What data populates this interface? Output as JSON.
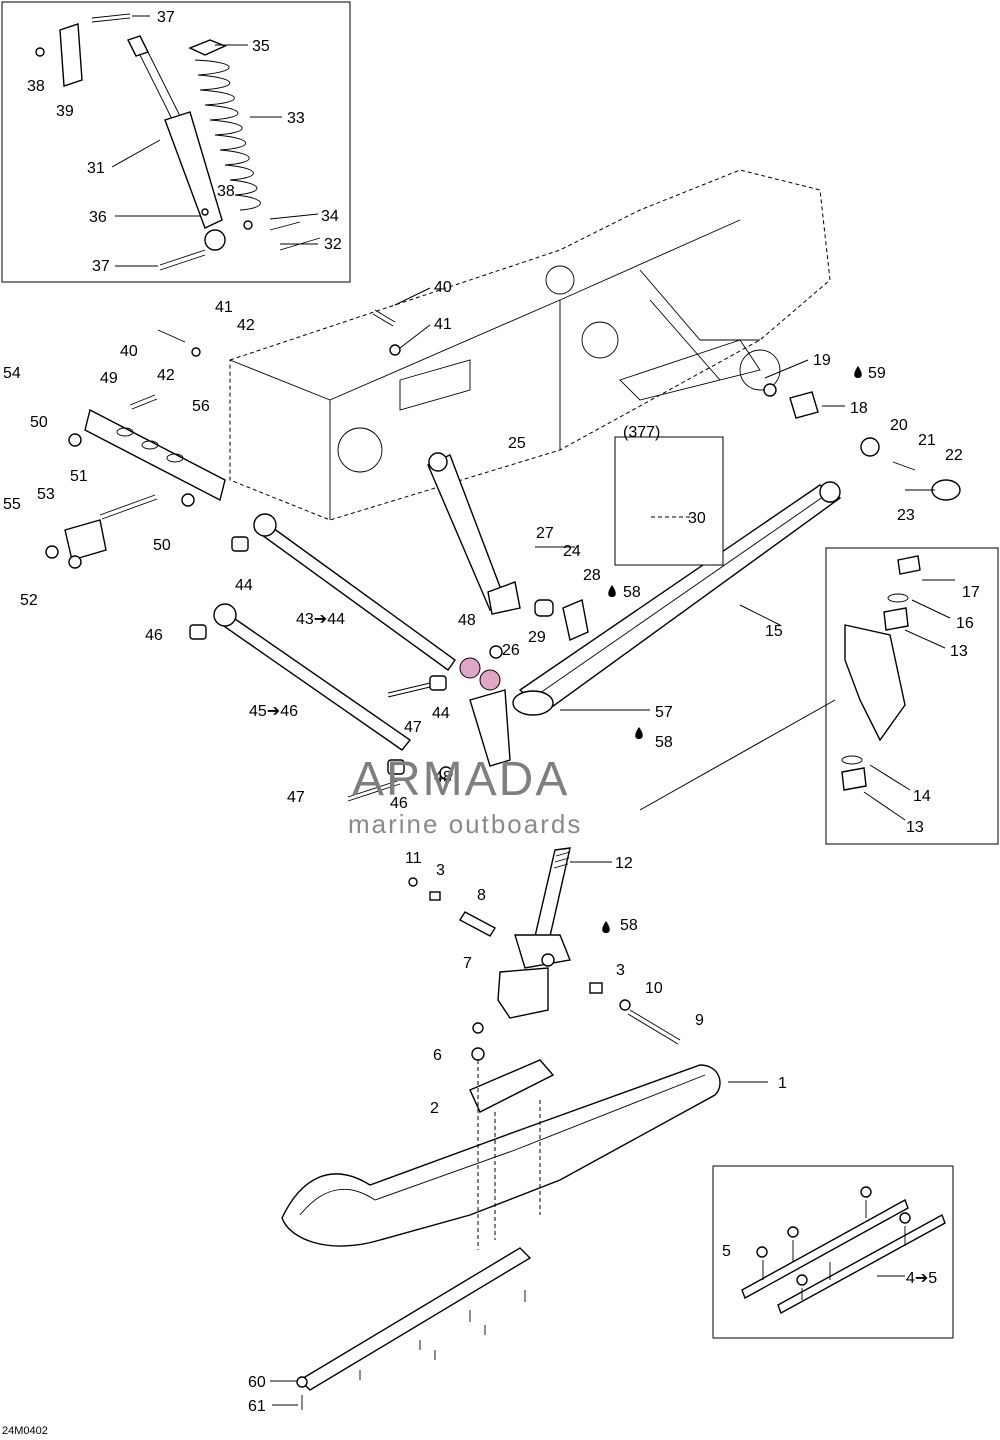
{
  "watermark": {
    "brand": "ARMADA",
    "tagline": "marine outboards",
    "logo_color": "#e0a6c6"
  },
  "drawing_code": "24M0402",
  "callouts": [
    {
      "id": "c1",
      "text": "1"
    },
    {
      "id": "c2",
      "text": "2"
    },
    {
      "id": "c3a",
      "text": "3"
    },
    {
      "id": "c3b",
      "text": "3"
    },
    {
      "id": "c4to5",
      "text": "4➔5"
    },
    {
      "id": "c5",
      "text": "5"
    },
    {
      "id": "c6",
      "text": "6"
    },
    {
      "id": "c7",
      "text": "7"
    },
    {
      "id": "c8",
      "text": "8"
    },
    {
      "id": "c9",
      "text": "9"
    },
    {
      "id": "c10",
      "text": "10"
    },
    {
      "id": "c11",
      "text": "11"
    },
    {
      "id": "c12",
      "text": "12"
    },
    {
      "id": "c13a",
      "text": "13"
    },
    {
      "id": "c13b",
      "text": "13"
    },
    {
      "id": "c14",
      "text": "14"
    },
    {
      "id": "c15",
      "text": "15"
    },
    {
      "id": "c16",
      "text": "16"
    },
    {
      "id": "c17",
      "text": "17"
    },
    {
      "id": "c18",
      "text": "18"
    },
    {
      "id": "c19",
      "text": "19"
    },
    {
      "id": "c20",
      "text": "20"
    },
    {
      "id": "c21",
      "text": "21"
    },
    {
      "id": "c22",
      "text": "22"
    },
    {
      "id": "c23",
      "text": "23"
    },
    {
      "id": "c24",
      "text": "24"
    },
    {
      "id": "c25",
      "text": "25"
    },
    {
      "id": "c26",
      "text": "26"
    },
    {
      "id": "c27",
      "text": "27"
    },
    {
      "id": "c28",
      "text": "28"
    },
    {
      "id": "c29",
      "text": "29"
    },
    {
      "id": "c30",
      "text": "30"
    },
    {
      "id": "c377",
      "text": "(377)"
    },
    {
      "id": "c31",
      "text": "31"
    },
    {
      "id": "c32",
      "text": "32"
    },
    {
      "id": "c33",
      "text": "33"
    },
    {
      "id": "c34",
      "text": "34"
    },
    {
      "id": "c35",
      "text": "35"
    },
    {
      "id": "c36",
      "text": "36"
    },
    {
      "id": "c37a",
      "text": "37"
    },
    {
      "id": "c37b",
      "text": "37"
    },
    {
      "id": "c38a",
      "text": "38"
    },
    {
      "id": "c38b",
      "text": "38"
    },
    {
      "id": "c39",
      "text": "39"
    },
    {
      "id": "c40a",
      "text": "40"
    },
    {
      "id": "c40b",
      "text": "40"
    },
    {
      "id": "c41a",
      "text": "41"
    },
    {
      "id": "c41b",
      "text": "41"
    },
    {
      "id": "c42a",
      "text": "42"
    },
    {
      "id": "c42b",
      "text": "42"
    },
    {
      "id": "c43to44",
      "text": "43➔44"
    },
    {
      "id": "c44a",
      "text": "44"
    },
    {
      "id": "c44b",
      "text": "44"
    },
    {
      "id": "c45to46",
      "text": "45➔46"
    },
    {
      "id": "c46a",
      "text": "46"
    },
    {
      "id": "c46b",
      "text": "46"
    },
    {
      "id": "c47a",
      "text": "47"
    },
    {
      "id": "c47b",
      "text": "47"
    },
    {
      "id": "c48a",
      "text": "48"
    },
    {
      "id": "c48b",
      "text": "48"
    },
    {
      "id": "c49",
      "text": "49"
    },
    {
      "id": "c50a",
      "text": "50"
    },
    {
      "id": "c50b",
      "text": "50"
    },
    {
      "id": "c51",
      "text": "51"
    },
    {
      "id": "c52",
      "text": "52"
    },
    {
      "id": "c53",
      "text": "53"
    },
    {
      "id": "c54",
      "text": "54"
    },
    {
      "id": "c55",
      "text": "55"
    },
    {
      "id": "c56",
      "text": "56"
    },
    {
      "id": "c57",
      "text": "57"
    },
    {
      "id": "c58a",
      "text": "58"
    },
    {
      "id": "c58b",
      "text": "58"
    },
    {
      "id": "c58c",
      "text": "58"
    },
    {
      "id": "c59",
      "text": "59"
    },
    {
      "id": "c60",
      "text": "60"
    },
    {
      "id": "c61",
      "text": "61"
    }
  ]
}
